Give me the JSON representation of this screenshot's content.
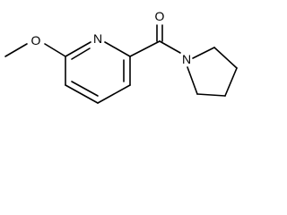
{
  "molecule": {
    "atoms": {
      "oxygen_ether": "O",
      "nitrogen_ring": "N",
      "oxygen_carbonyl": "O",
      "nitrogen_amide": "N"
    }
  }
}
